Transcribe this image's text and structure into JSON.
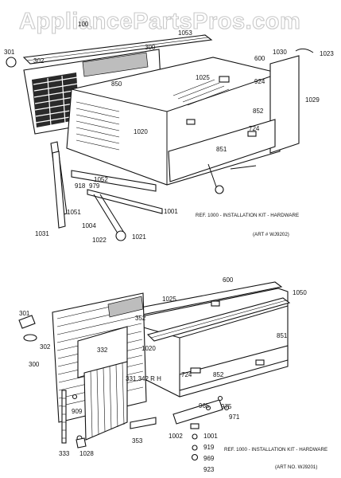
{
  "watermark": "AppliancePartsPros.com",
  "top_diagram": {
    "labels": {
      "l100": "100",
      "l1053": "1053",
      "l301": "301",
      "l302": "302",
      "l300": "300",
      "l600": "600",
      "l1030": "1030",
      "l1023": "1023",
      "l1025": "1025",
      "l924": "924",
      "l850": "850",
      "l852": "852",
      "l1029": "1029",
      "l1020": "1020",
      "l724": "724",
      "l851": "851",
      "l1052": "1052",
      "l918": "918",
      "l979": "979",
      "l1051": "1051",
      "l1001": "1001",
      "l1004": "1004",
      "l1031": "1031",
      "l1022": "1022",
      "l1021": "1021"
    },
    "ref_note": "REF. 1000 - INSTALLATION KIT - HARDWARE",
    "art_note": "(ART # WJ9202)"
  },
  "bottom_diagram": {
    "labels": {
      "l600": "600",
      "l1025": "1025",
      "l1050": "1050",
      "l301": "301",
      "l352": "352",
      "l302": "302",
      "l332": "332",
      "l1020": "1020",
      "l851": "851",
      "l300": "300",
      "l724": "724",
      "l852": "852",
      "l331": "331,342 R H",
      "l965": "965",
      "l975": "975",
      "l971": "971",
      "l909": "909",
      "l353": "353",
      "l1002": "1002",
      "l1001": "1001",
      "l919": "919",
      "l969": "969",
      "l923": "923",
      "l333": "333",
      "l1028": "1028"
    },
    "ref_note": "REF. 1000 - INSTALLATION KIT - HARDWARE",
    "art_note": "(ART NO. WJ9201)"
  }
}
